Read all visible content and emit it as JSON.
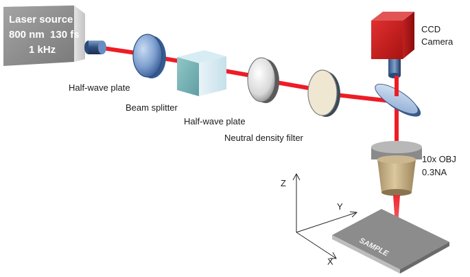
{
  "source": {
    "line1": "Laser source",
    "line2": "800 nm  130 fs",
    "line3": "1 kHz"
  },
  "labels": {
    "half_wave_plate_1": "Half-wave plate",
    "beam_splitter": "Beam splitter",
    "half_wave_plate_2": "Half-wave plate",
    "nd_filter": "Neutral density filter",
    "ccd_line1": "CCD",
    "ccd_line2": "Camera",
    "objective_line1": "10x OBJ",
    "objective_line2": "0.3NA",
    "sample": "SAMPLE"
  },
  "axes": {
    "z": "Z",
    "y": "Y",
    "x": "X"
  },
  "colors": {
    "beam": "#ee1c25",
    "source_box": "#8c8c8c",
    "camera": "#d42020",
    "objective": "#c9b48a",
    "sample": "#8a8a8a"
  }
}
